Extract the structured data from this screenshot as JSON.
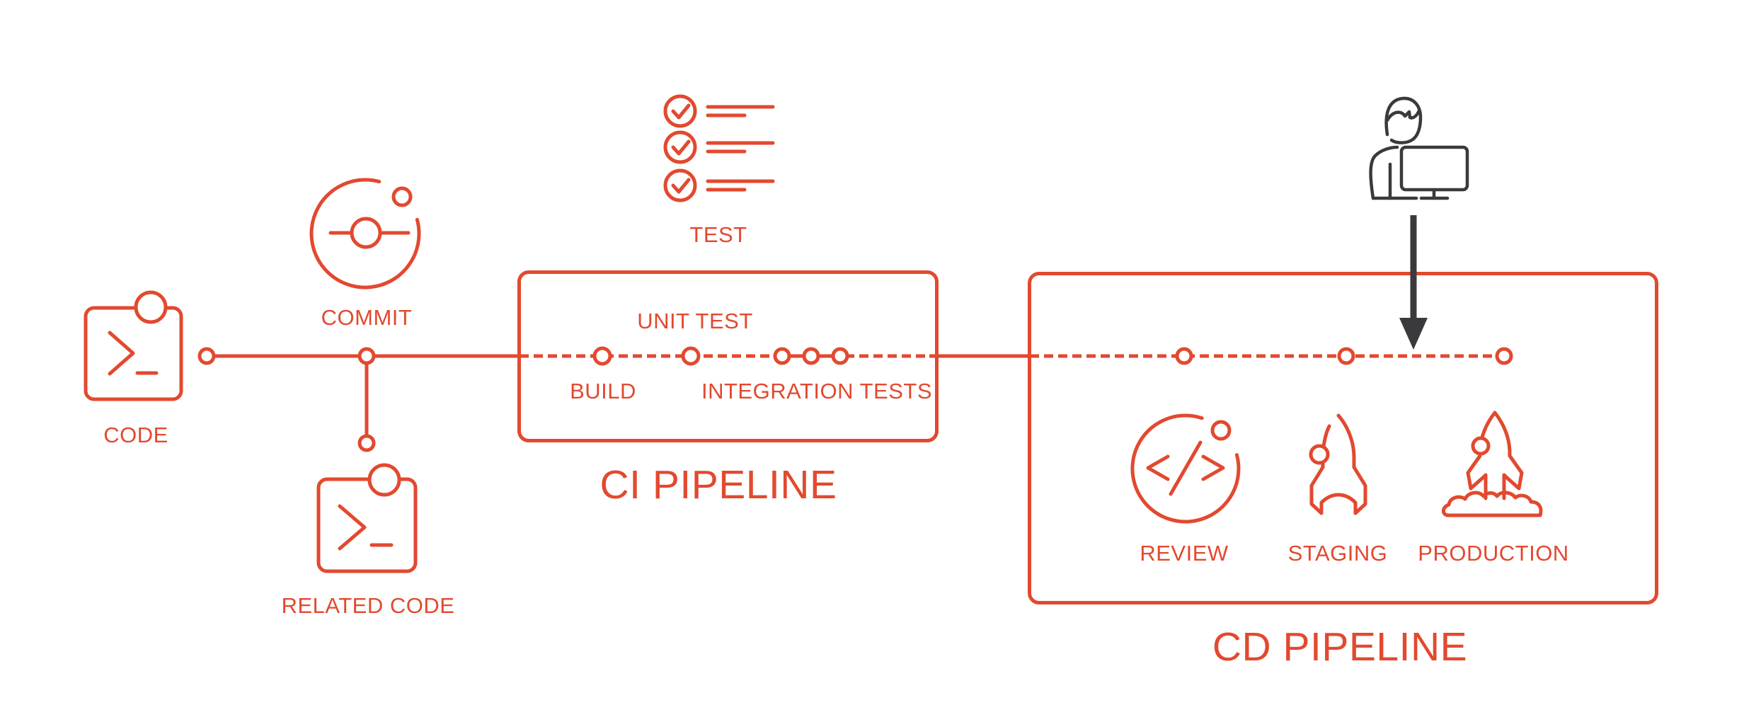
{
  "colors": {
    "accent": "#e2492f",
    "dark": "#3a3a3c",
    "background": "#ffffff"
  },
  "source_stages": {
    "code": "CODE",
    "commit": "COMMIT",
    "related_code": "RELATED CODE",
    "test": "TEST"
  },
  "ci_pipeline": {
    "title": "CI PIPELINE",
    "stages": {
      "build": "BUILD",
      "unit_test": "UNIT TEST",
      "integration_tests": "INTEGRATION TESTS"
    }
  },
  "cd_pipeline": {
    "title": "CD PIPELINE",
    "stages": {
      "review": "REVIEW",
      "staging": "STAGING",
      "production": "PRODUCTION"
    }
  },
  "icons": {
    "code": "terminal-window-icon",
    "commit": "git-commit-icon",
    "related_code": "terminal-window-icon",
    "test": "checklist-icon",
    "review": "code-review-icon",
    "staging": "rocket-icon",
    "production": "rocket-launch-icon",
    "developer": "developer-at-computer-icon",
    "manual_step": "down-arrow-icon"
  }
}
